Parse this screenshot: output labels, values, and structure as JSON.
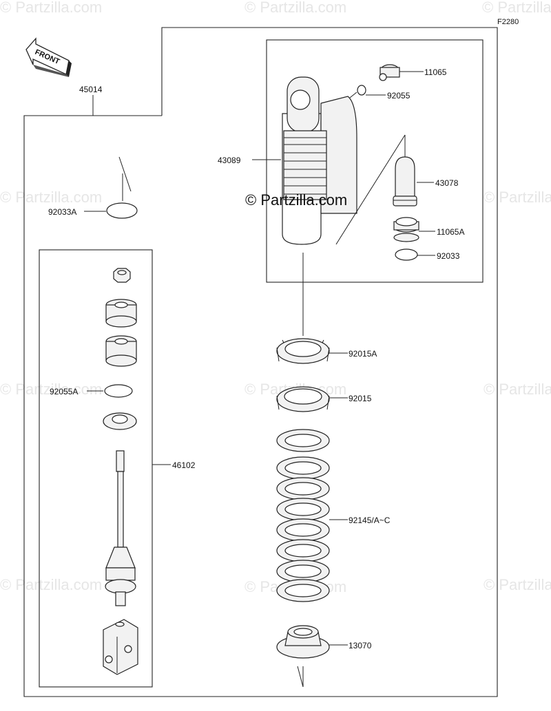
{
  "diagram_code": "F2280",
  "watermark": "© Partzilla.com",
  "center_watermark": "© Partzilla.com",
  "front_label": "FRONT",
  "parts": {
    "assembly": "45014",
    "ring_a": "92033A",
    "shock_body": "43089",
    "valve": "11065",
    "oring_top": "92055",
    "bladder": "43078",
    "valve_a": "11065A",
    "ring": "92033",
    "nut_a": "92015A",
    "nut": "92015",
    "oring_a": "92055A",
    "rod_assembly": "46102",
    "spring": "92145/A~C",
    "seat": "13070"
  }
}
